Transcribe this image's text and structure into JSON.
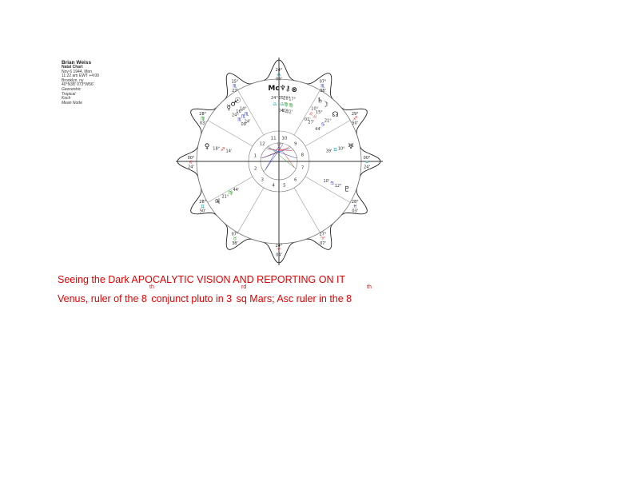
{
  "info": {
    "name": "Brian Weiss",
    "chart_type": "Natal Chart",
    "date": "Nov 6 1944, Mon",
    "time": "11:22 am  EWT +4:00",
    "place": "Brooklyn, ny",
    "coords": "40°N38' 073°W56'",
    "settings": [
      "Geocentric",
      "Tropical",
      "Koch",
      "Mean Node"
    ]
  },
  "caption": {
    "line1": "Seeing the Dark  APOCALYTIC VISION AND REPORTING ON IT",
    "line2_a": "Venus, ruler of the 8",
    "sup_a": "th",
    "line2_b": " conjunct pluto in 3",
    "sup_b": "rd",
    "line2_c": " sq Mars; Asc ruler in the 8",
    "sup_c": "th"
  },
  "chart": {
    "colors": {
      "fire": "#d42020",
      "earth": "#1a9a1a",
      "air": "#1aa0a0",
      "water": "#2030c0",
      "lines": "#888888",
      "text": "#222222"
    },
    "cusps": [
      {
        "label": "24° ♎ 04'",
        "glyph": "♎",
        "element": "air"
      },
      {
        "label": "07° ♏ 38'",
        "glyph": "♏",
        "element": "water"
      },
      {
        "label": "29° ♐ 50'",
        "glyph": "♐",
        "element": "fire"
      },
      {
        "label": "00° ♒ 24'",
        "glyph": "♒",
        "element": "air"
      },
      {
        "label": "28° ♓ 03'",
        "glyph": "♓",
        "element": "water"
      },
      {
        "label": "27° ♈ 07'",
        "glyph": "♈",
        "element": "fire"
      },
      {
        "label": "24° ♈ 04'",
        "glyph": "♈",
        "element": "fire"
      },
      {
        "label": "07° ♉ 38'",
        "glyph": "♉",
        "element": "earth"
      },
      {
        "label": "28° ♊ 50'",
        "glyph": "♊",
        "element": "air"
      },
      {
        "label": "00° ♌ 24'",
        "glyph": "♌",
        "element": "fire"
      },
      {
        "label": "28° ♍ 03'",
        "glyph": "♍",
        "element": "earth"
      },
      {
        "label": "15° ♏ 27'",
        "glyph": "♏",
        "element": "water"
      }
    ],
    "house_numbers": [
      "1",
      "2",
      "3",
      "4",
      "5",
      "6",
      "7",
      "8",
      "9",
      "10",
      "11",
      "12"
    ],
    "planets": [
      {
        "glyph": "♃",
        "label": "21° ♍ 44'",
        "color": "#1a9a1a"
      },
      {
        "glyph": "♀",
        "label": "18° ♐ 14'",
        "color": "#d42020"
      },
      {
        "glyph": "♂",
        "label": "16° ♏ 24'",
        "color": "#2030c0"
      },
      {
        "glyph": "☉",
        "label": "14° ♏",
        "color": "#2030c0"
      },
      {
        "glyph": "☿",
        "label": "24° ♏ 09'",
        "color": "#2030c0"
      },
      {
        "glyph": "Mc",
        "label": "24° ♎",
        "color": "#1aa0a0"
      },
      {
        "glyph": "♆",
        "label": "05° ♎ 04'",
        "color": "#1aa0a0"
      },
      {
        "glyph": "⚷",
        "label": "28° ♍ 42'",
        "color": "#1a9a1a"
      },
      {
        "glyph": "⊗",
        "label": "17° ♍ 02'",
        "color": "#1a9a1a"
      },
      {
        "glyph": "♄",
        "label": "10° ♌ 01'",
        "color": "#d42020"
      },
      {
        "glyph": "☽",
        "label": "15° ♌ 27'",
        "color": "#d42020"
      },
      {
        "glyph": "☊",
        "label": "21° ♋ 44'",
        "color": "#2030c0"
      },
      {
        "glyph": "♅",
        "label": "10° ♊ 39'",
        "color": "#1aa0a0"
      },
      {
        "glyph": "♇",
        "label": "12° ♋ 10'",
        "color": "#2030c0"
      }
    ]
  }
}
